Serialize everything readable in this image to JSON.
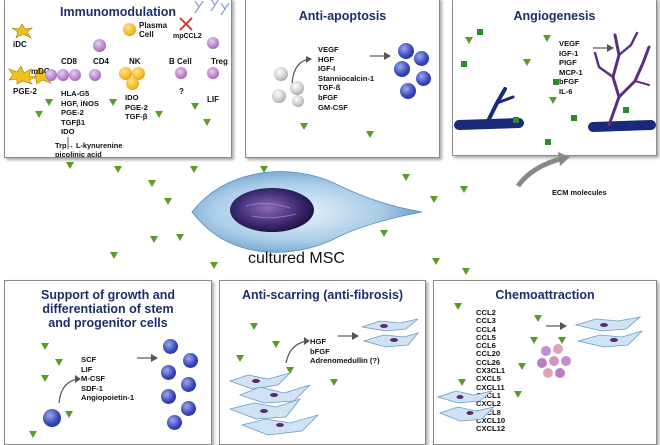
{
  "center": {
    "label": "cultured MSC"
  },
  "immunomodulation": {
    "title": "Immunomodulation",
    "cell_labels": {
      "idc": "iDC",
      "mdc": "mDC",
      "pge2": "PGE-2",
      "cd8": "CD8",
      "cd4": "CD4",
      "nk": "NK",
      "plasma": "Plasma\nCell",
      "ccl2": "mpCCL2",
      "bcell": "B Cell",
      "treg": "Treg",
      "lif": "LIF",
      "question": "?"
    },
    "factors_cd": [
      "HLA-G5",
      "HGF, iNOS",
      "PGE-2",
      "TGFβ1",
      "IDO"
    ],
    "factors_nk": [
      "IDO",
      "PGE-2",
      "TGF-β"
    ],
    "pathway": "Trp→ L-kynurenine\npicolinic acid"
  },
  "anti_apoptosis": {
    "title": "Anti-apoptosis",
    "factors": [
      "VEGF",
      "HGF",
      "IGF-I",
      "Stanniocalcin-1",
      "TGF-ß",
      "bFGF",
      "GM-CSF"
    ]
  },
  "angiogenesis": {
    "title": "Angiogenesis",
    "factors": [
      "VEGF",
      "IGF-1",
      "PIGF",
      "MCP-1",
      "bFGF",
      "IL-6"
    ]
  },
  "ecm": {
    "label": "ECM molecules"
  },
  "growth_support": {
    "title": "Support of growth and\ndifferentiation of stem\nand progenitor cells",
    "factors": [
      "SCF",
      "LIF",
      "M-CSF",
      "SDF-1",
      "Angiopoietin-1"
    ]
  },
  "anti_scarring": {
    "title": "Anti-scarring (anti-fibrosis)",
    "factors": [
      "HGF",
      "bFGF",
      "Adrenomedullin (?)"
    ]
  },
  "chemoattraction": {
    "title": "Chemoattraction",
    "factors": [
      "CCL2",
      "CCL3",
      "CCL4",
      "CCL5",
      "CCL6",
      "CCL20",
      "CCL26",
      "CX3CL1",
      "CXCL5",
      "CXCL11",
      "CXCL1",
      "CXCL2",
      "CXCL8",
      "CXCL10",
      "CXCL12"
    ]
  },
  "colors": {
    "title": "#1c2f6b",
    "triangle": "#5a9a2a",
    "square": "#2f8a2f",
    "vessel": "#1a2a7a"
  }
}
